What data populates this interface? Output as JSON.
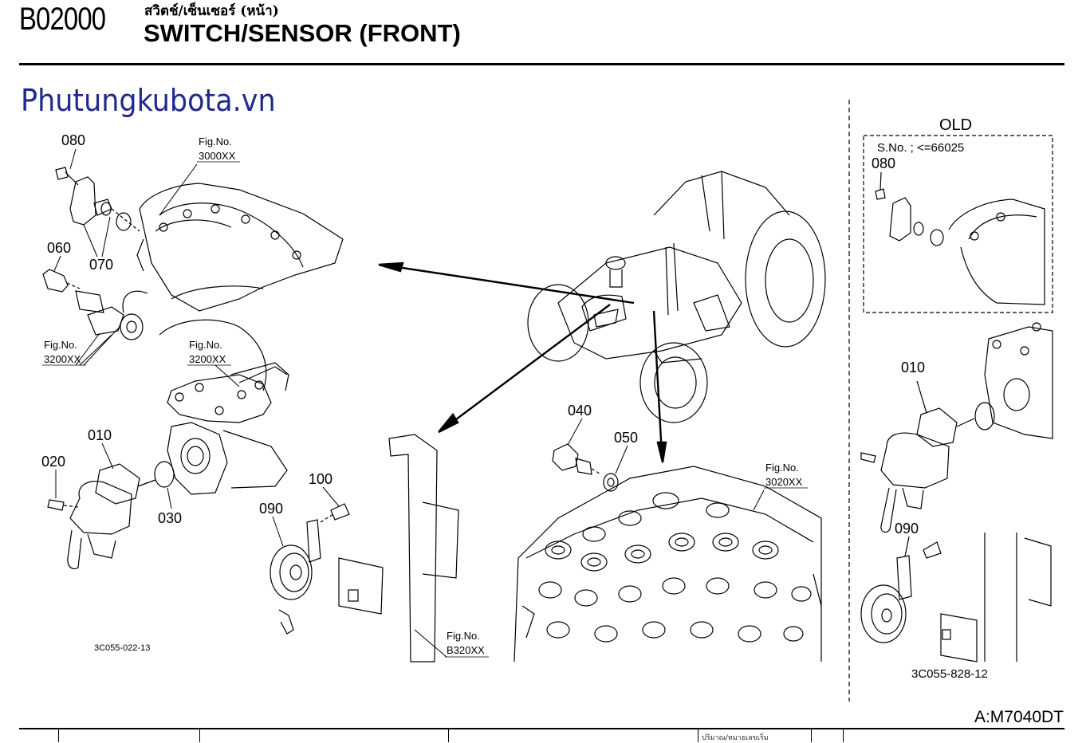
{
  "header": {
    "code": "B02000",
    "title_thai": "สวิตช์/เซ็นเซอร์ (หน้า)",
    "title": "SWITCH/SENSOR (FRONT)"
  },
  "watermark": "Phutungkubota.vn",
  "model": "A:M7040DT",
  "footer_note": "ปริมาณ/หมายเลขเริ่ม",
  "diagram": {
    "part_labels": [
      "080",
      "070",
      "060",
      "010",
      "020",
      "030",
      "090",
      "100",
      "040",
      "050"
    ],
    "fig_refs": [
      {
        "label": "Fig.No.",
        "number": "3000XX"
      },
      {
        "label": "Fig.No.",
        "number": "3200XX"
      },
      {
        "label": "Fig.No.",
        "number": "3200XX"
      },
      {
        "label": "Fig.No.",
        "number": "3020XX"
      },
      {
        "label": "Fig.No.",
        "number": "B320XX"
      }
    ],
    "drawing_no_main": "3C055-022-13",
    "old_panel": {
      "title": "OLD",
      "serial": "S.No. ; <=66025",
      "part_labels": [
        "080",
        "010",
        "090"
      ],
      "drawing_no": "3C055-828-12"
    }
  }
}
